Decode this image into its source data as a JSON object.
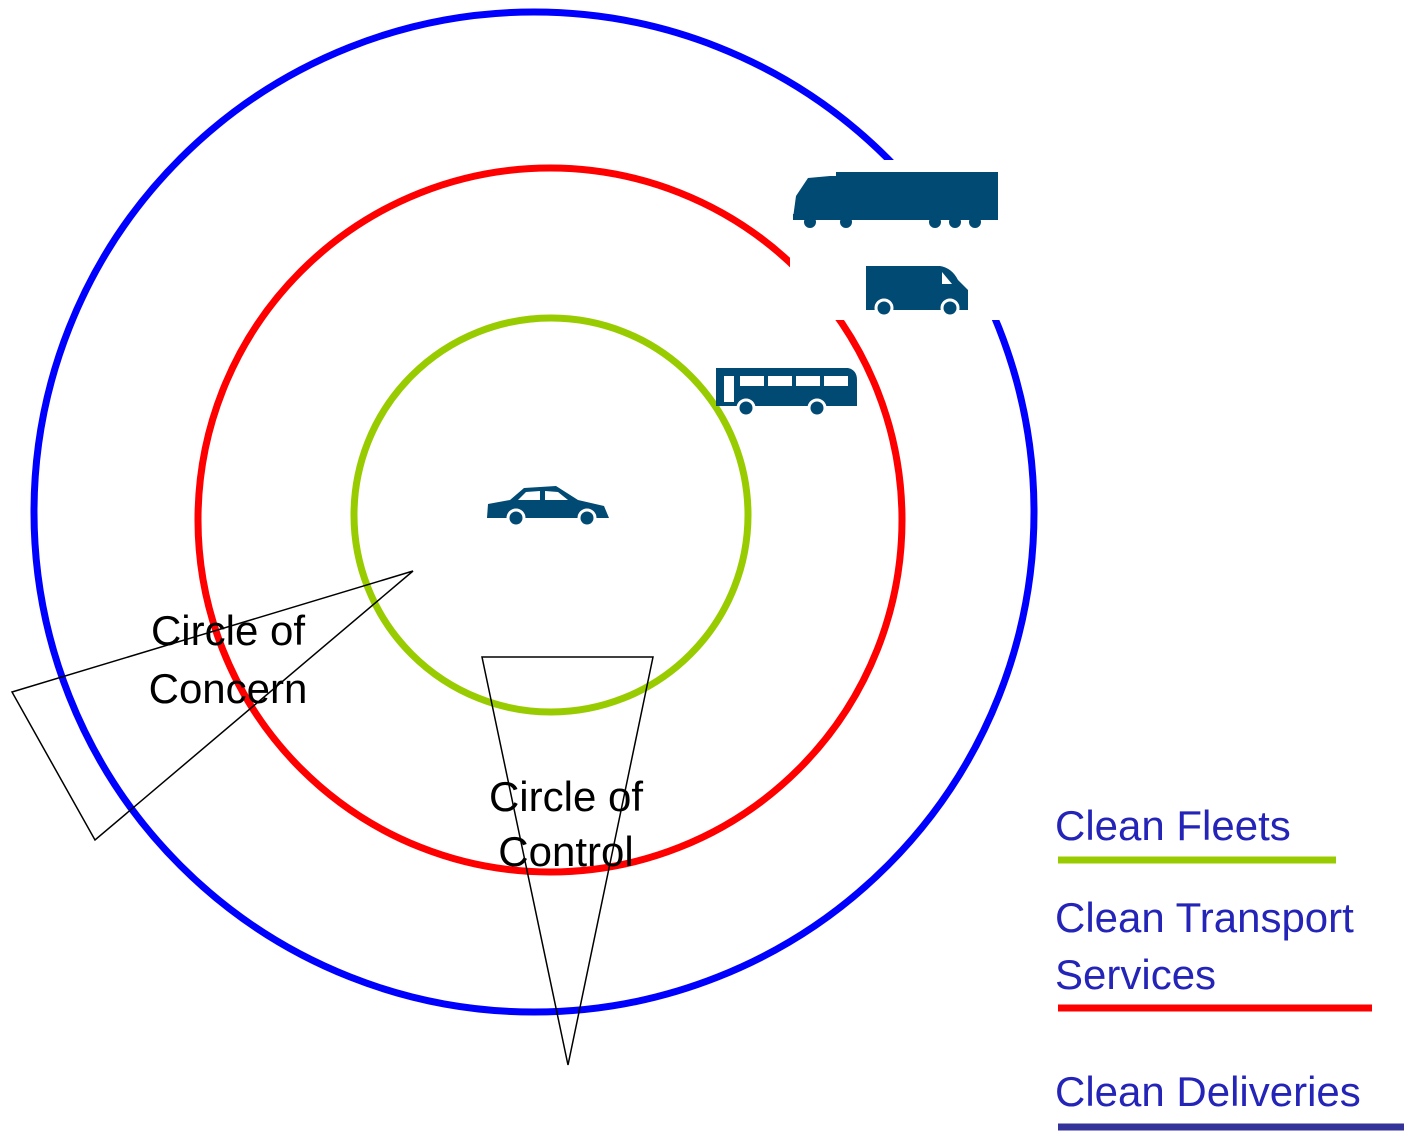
{
  "rings": [
    {
      "name": "outer-ring",
      "color": "#0000ff"
    },
    {
      "name": "middle-ring",
      "color": "#ff0000"
    },
    {
      "name": "inner-ring",
      "color": "#99cc00"
    }
  ],
  "callouts": {
    "concern": {
      "line1": "Circle of",
      "line2": "Concern"
    },
    "control": {
      "line1": "Circle of",
      "line2": "Control"
    }
  },
  "legend": {
    "fleets": {
      "label": "Clean Fleets",
      "color": "#99cc00"
    },
    "transport": {
      "line1": "Clean Transport",
      "line2": "Services",
      "color": "#ff0000"
    },
    "deliveries": {
      "label": "Clean Deliveries",
      "color": "#333399"
    }
  },
  "icons": {
    "color": "#004a73",
    "items": [
      "truck-icon",
      "van-icon",
      "bus-icon",
      "car-icon"
    ]
  }
}
